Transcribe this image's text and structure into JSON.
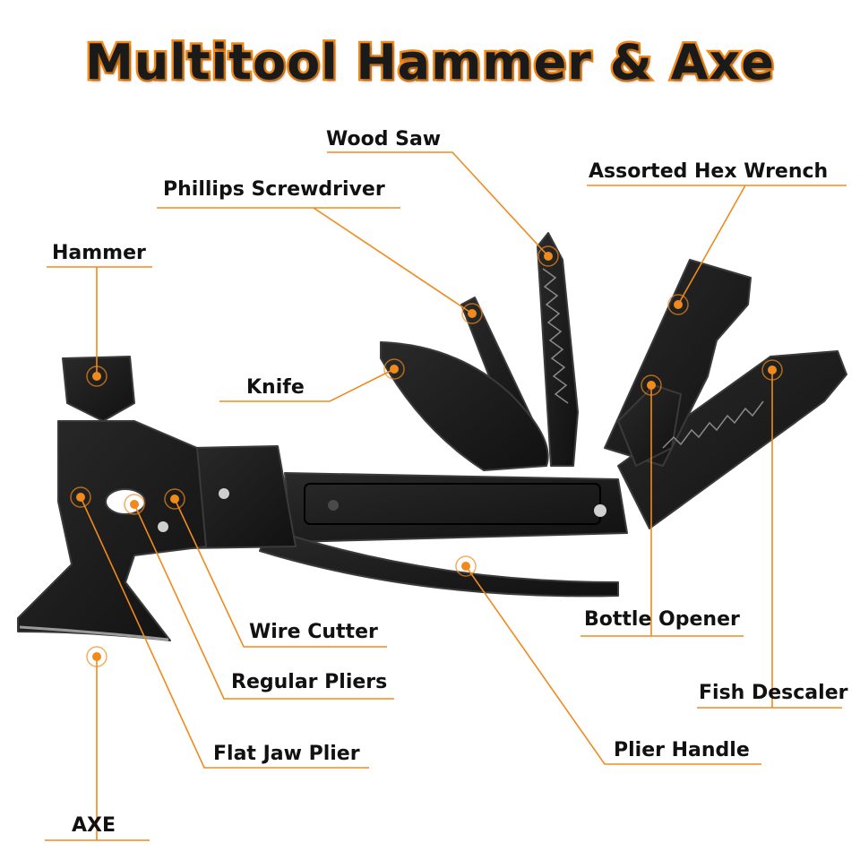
{
  "title": "Multitool Hammer & Axe",
  "colors": {
    "accent": "#f08a1c",
    "tool": "#1c1c1c",
    "tool_edge": "#3a3a3a",
    "blade_edge": "#9a9a9a",
    "text": "#111111"
  },
  "labels": {
    "wood_saw": "Wood Saw",
    "hex_wrench": "Assorted Hex Wrench",
    "phillips": "Phillips Screwdriver",
    "hammer": "Hammer",
    "knife": "Knife",
    "wire_cutter": "Wire Cutter",
    "regular_pliers": "Regular Pliers",
    "flat_jaw": "Flat Jaw Plier",
    "axe": "AXE",
    "bottle_opener": "Bottle Opener",
    "fish_descaler": "Fish Descaler",
    "plier_handle": "Plier Handle"
  }
}
